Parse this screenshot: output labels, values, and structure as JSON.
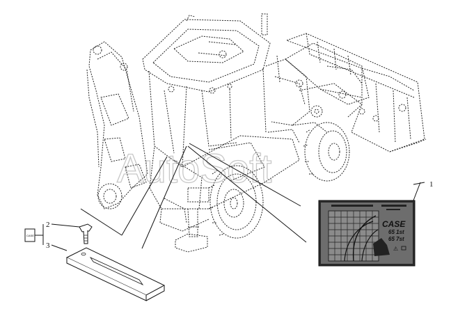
{
  "diagram": {
    "callouts": [
      {
        "id": "callout-1",
        "number": "1"
      },
      {
        "id": "callout-2",
        "number": "2"
      },
      {
        "id": "callout-3",
        "number": "3"
      }
    ],
    "part_tag_text": "CASE",
    "watermark": "AutoSoft",
    "decal": {
      "brand": "CASE",
      "model_line_1": "65 1st",
      "model_line_2": "65 7st",
      "warning_glyph": "⚠"
    }
  }
}
